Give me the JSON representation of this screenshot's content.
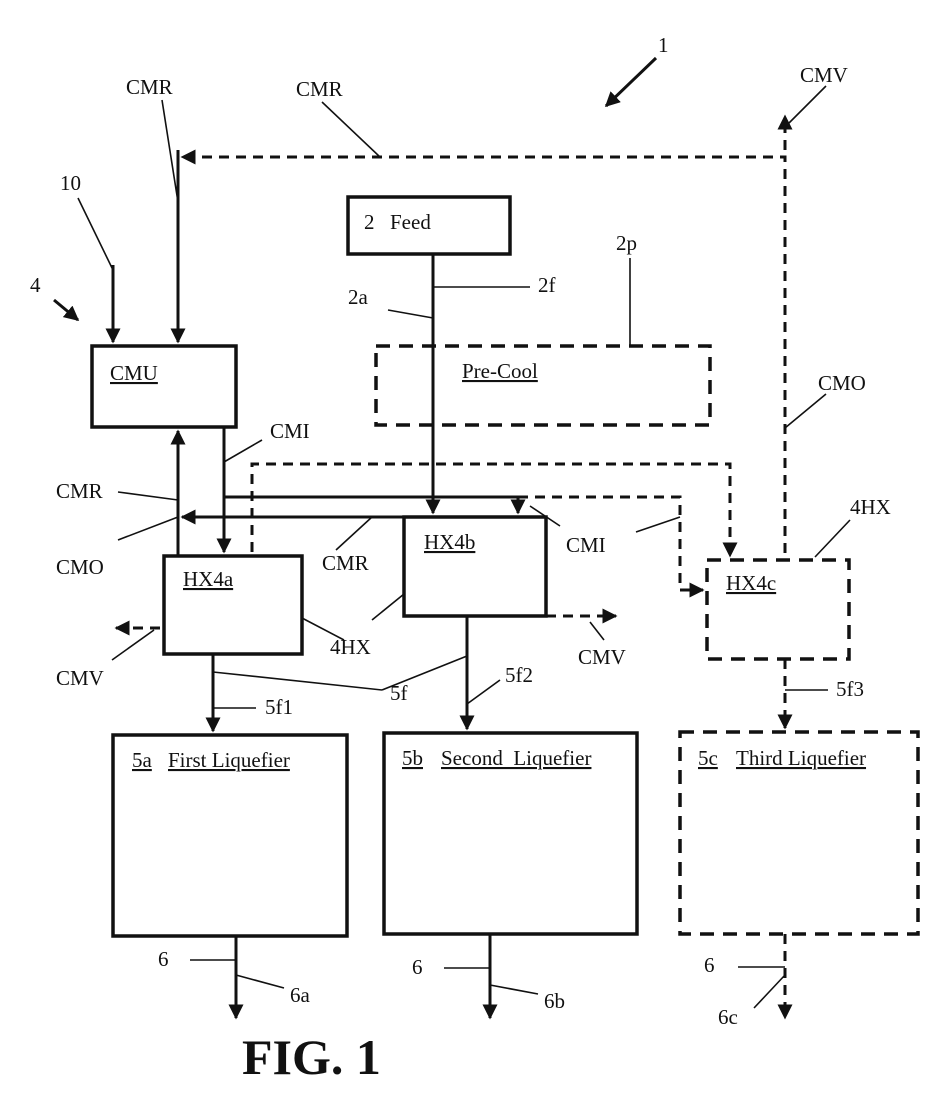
{
  "figure": {
    "number": "1",
    "title": "FIG. 1",
    "system_label": "1",
    "subsystem_label": "4"
  },
  "boxes": {
    "feed": {
      "id": "2",
      "label": "Feed"
    },
    "precool": {
      "label": "Pre-Cool",
      "ref": "2p"
    },
    "cmu": {
      "label": "CMU"
    },
    "hx4a": {
      "label": "HX4a"
    },
    "hx4b": {
      "label": "HX4b"
    },
    "hx4c": {
      "label": "HX4c"
    },
    "liquefier_a": {
      "id": "5a",
      "label": "First Liquefier"
    },
    "liquefier_b": {
      "id": "5b",
      "label": "Second  Liquefier"
    },
    "liquefier_c": {
      "id": "5c",
      "label": "Third Liquefier"
    }
  },
  "labels": {
    "cmr_left": "CMR",
    "cmr_top": "CMR",
    "cmv_top": "CMV",
    "ref_10": "10",
    "ref_2a": "2a",
    "ref_2f": "2f",
    "cmi_left": "CMI",
    "cmo_right": "CMO",
    "cmr_mid": "CMR",
    "cmo_left": "CMO",
    "cmr_lower": "CMR",
    "cmi_right": "CMI",
    "hx_group_right": "4HX",
    "hx_group_mid": "4HX",
    "cmv_left": "CMV",
    "cmv_mid": "CMV",
    "ref_5f": "5f",
    "ref_5f1": "5f1",
    "ref_5f2": "5f2",
    "ref_5f3": "5f3",
    "ref_6_a": "6",
    "ref_6_b": "6",
    "ref_6_c": "6",
    "ref_6a": "6a",
    "ref_6b": "6b",
    "ref_6c": "6c"
  }
}
